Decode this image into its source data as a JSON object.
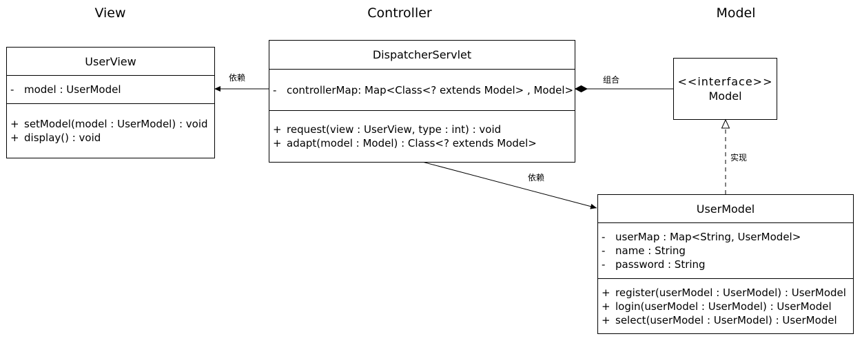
{
  "headings": {
    "view": "View",
    "controller": "Controller",
    "model": "Model"
  },
  "classes": {
    "user_view": {
      "name": "UserView",
      "attributes": [
        {
          "vis": "-",
          "text": "model : UserModel"
        }
      ],
      "methods": [
        {
          "vis": "+",
          "text": "setModel(model : UserModel) : void"
        },
        {
          "vis": "+",
          "text": "display() : void"
        }
      ]
    },
    "dispatcher_servlet": {
      "name": "DispatcherServlet",
      "attributes": [
        {
          "vis": "-",
          "text": "controllerMap: Map<Class<? extends Model> , Model>"
        }
      ],
      "methods": [
        {
          "vis": "+",
          "text": "request(view : UserView, type : int) : void"
        },
        {
          "vis": "+",
          "text": "adapt(model : Model) : Class<? extends Model>"
        }
      ]
    },
    "model_interface": {
      "stereotype": "<<interface>>",
      "name": "Model"
    },
    "user_model": {
      "name": "UserModel",
      "attributes": [
        {
          "vis": "-",
          "text": "userMap : Map<String, UserModel>"
        },
        {
          "vis": "-",
          "text": "name : String"
        },
        {
          "vis": "-",
          "text": "password : String"
        }
      ],
      "methods": [
        {
          "vis": "+",
          "text": "register(userModel : UserModel) : UserModel"
        },
        {
          "vis": "+",
          "text": "login(userModel : UserModel) : UserModel"
        },
        {
          "vis": "+",
          "text": "select(userModel : UserModel) : UserModel"
        }
      ]
    }
  },
  "relations": {
    "controller_to_view": "依赖",
    "controller_to_model_composition": "组合",
    "usermodel_implements_model": "实现",
    "controller_to_usermodel": "依赖"
  }
}
